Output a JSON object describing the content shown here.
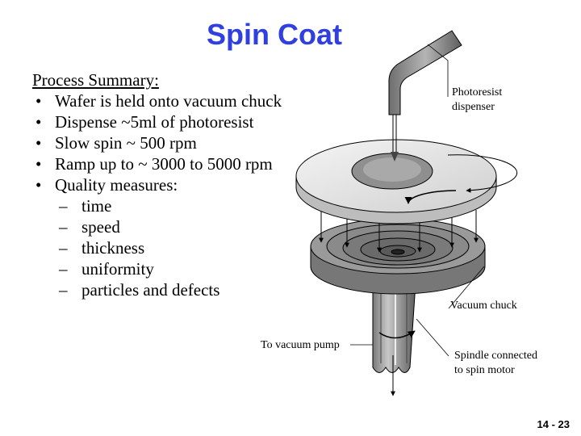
{
  "title": "Spin Coat",
  "summary": {
    "heading": "Process Summary",
    "heading_suffix": ":",
    "items": [
      {
        "text": "Wafer is held onto vacuum chuck"
      },
      {
        "text": "Dispense ~5ml of photoresist"
      },
      {
        "text": "Slow spin ~ 500 rpm"
      },
      {
        "text": "Ramp up to ~ 3000 to 5000 rpm"
      },
      {
        "text": "Quality measures:"
      }
    ],
    "sub_items": [
      "time",
      "speed",
      "thickness",
      "uniformity",
      "particles and defects"
    ]
  },
  "diagram_labels": {
    "dispenser_line1": "Photoresist",
    "dispenser_line2": "dispenser",
    "vacuum_chuck": "Vacuum chuck",
    "vacuum_pump": "To vacuum pump",
    "spindle_line1": "Spindle connected",
    "spindle_line2": "to spin motor"
  },
  "page_number": "14 - 23",
  "colors": {
    "title": "#2f3fe0"
  }
}
